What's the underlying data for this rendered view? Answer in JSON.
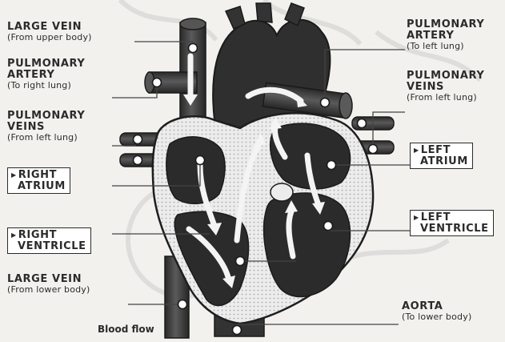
{
  "labels": {
    "large_vein_upper": {
      "title": "LARGE VEIN",
      "sub": "(From upper body)"
    },
    "pulmonary_artery_right": {
      "title1": "PULMONARY",
      "title2": "ARTERY",
      "sub": "(To right lung)"
    },
    "pulmonary_veins_left_side": {
      "title1": "PULMONARY",
      "title2": "VEINS",
      "sub": "(From left lung)"
    },
    "right_atrium": {
      "line1": "RIGHT",
      "line2": "ATRIUM"
    },
    "right_ventricle": {
      "line1": "RIGHT",
      "line2": "VENTRICLE"
    },
    "large_vein_lower": {
      "title": "LARGE VEIN",
      "sub": "(From lower body)"
    },
    "blood_flow": "Blood flow",
    "pulmonary_artery_left": {
      "title1": "PULMONARY",
      "title2": "ARTERY",
      "sub": "(To left lung)"
    },
    "pulmonary_veins_right_side": {
      "title1": "PULMONARY",
      "title2": "VEINS",
      "sub": "(From left lung)"
    },
    "left_atrium": {
      "line1": "LEFT",
      "line2": "ATRIUM"
    },
    "left_ventricle": {
      "line1": "LEFT",
      "line2": "VENTRICLE"
    },
    "aorta": {
      "title": "AORTA",
      "sub": "(To lower body)"
    }
  },
  "icons": {
    "box_marker": "arrow-right-icon",
    "flow_marker": "blood-flow-arrow-icon",
    "pointer_marker": "pointer-dot-icon"
  },
  "colors": {
    "background": "#f2f1ee",
    "vessel_dark": "#3a3a3a",
    "chamber_dark": "#2a2a2a",
    "wall_light": "#ececec",
    "wall_dots": "#b0b0b0",
    "outline": "#1e1e1e",
    "leader_line": "#444444"
  }
}
